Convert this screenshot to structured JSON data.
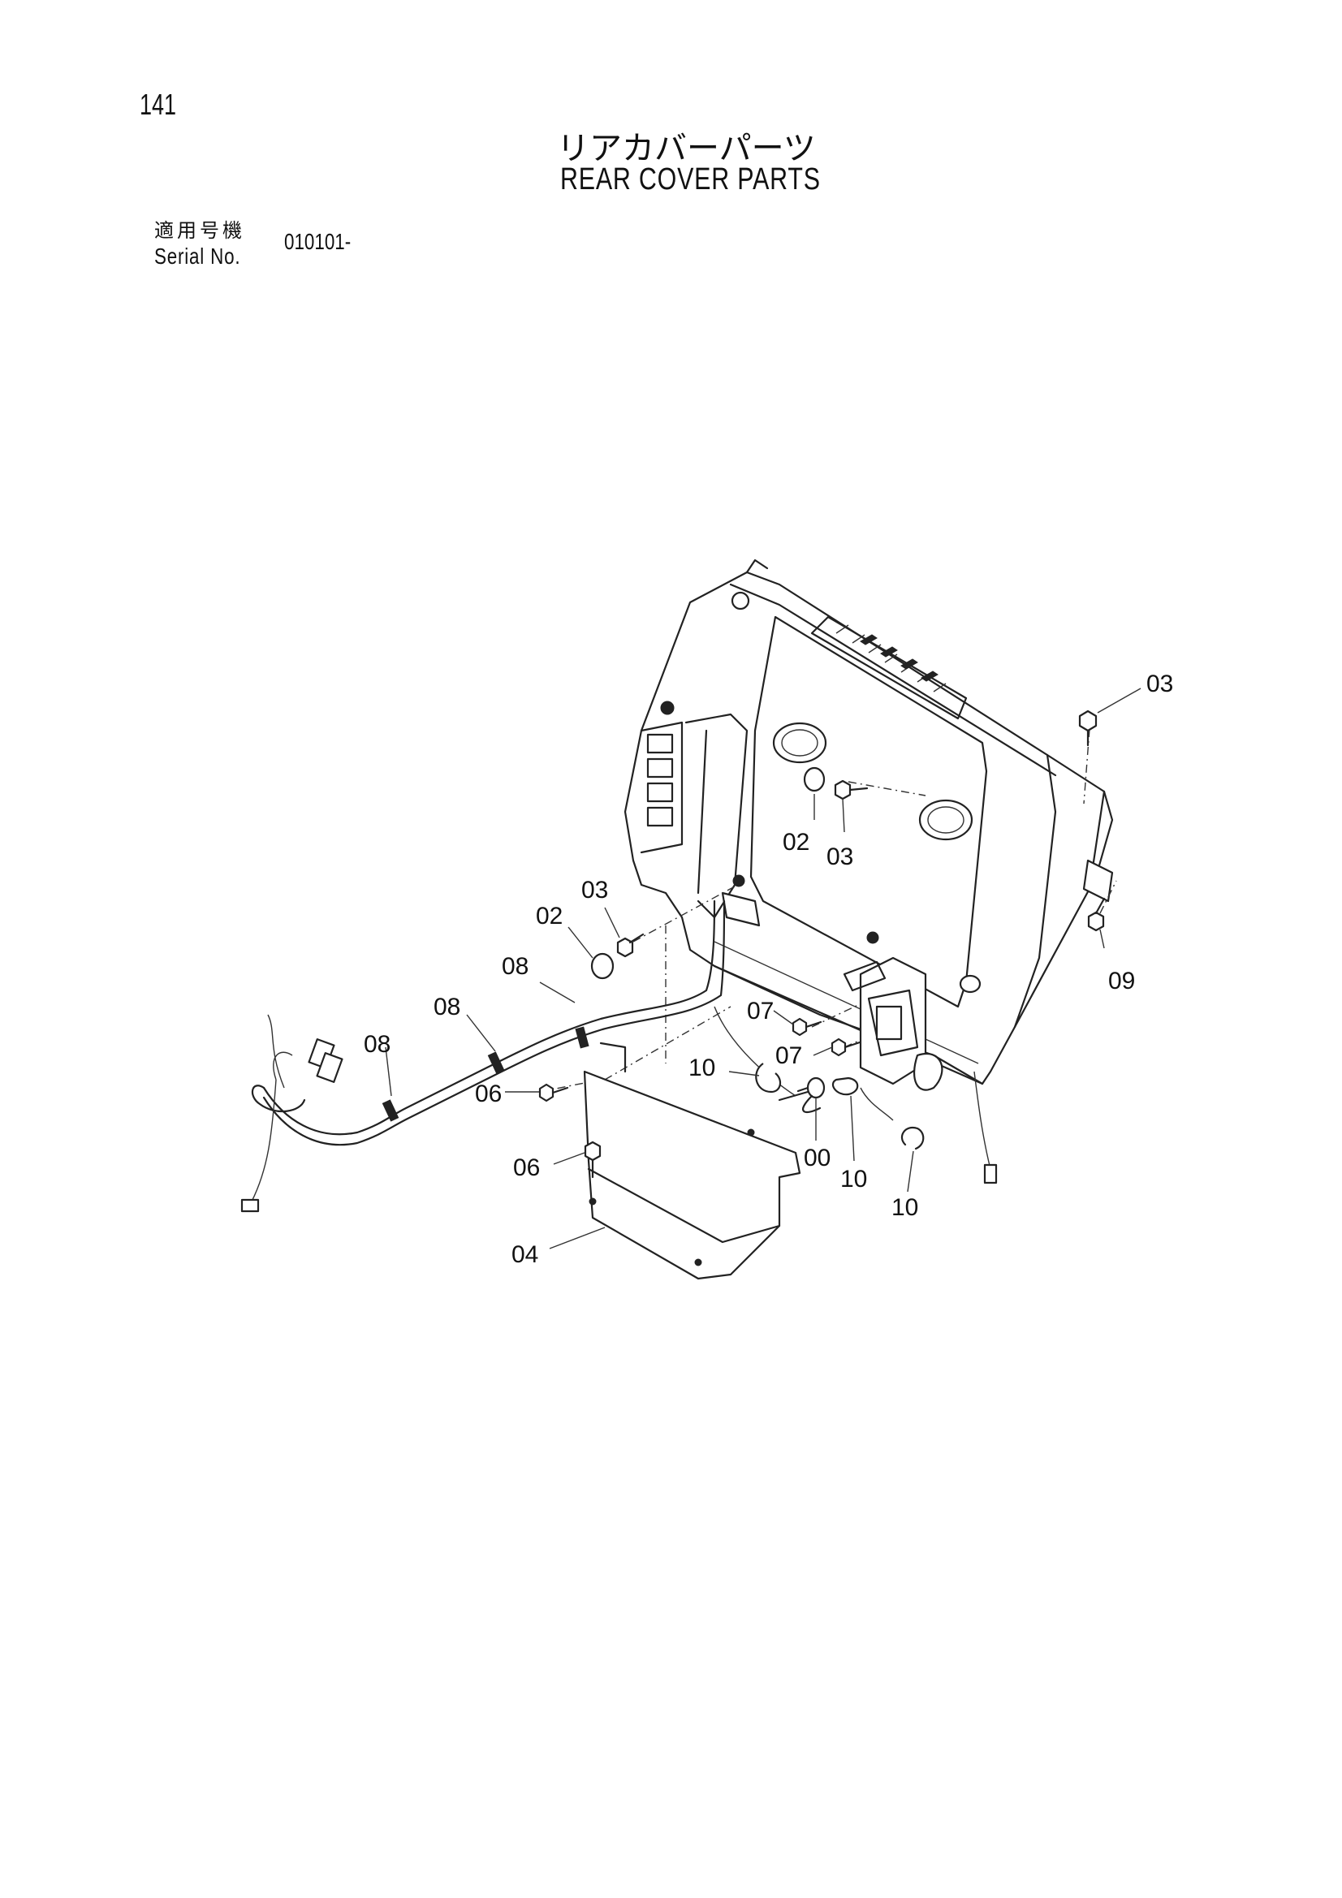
{
  "page_number": "141",
  "title_jp": "リアカバーパーツ",
  "title_en": "REAR COVER PARTS",
  "serial_label_jp": "適用号機",
  "serial_label_en": "Serial No.",
  "serial_value": "010101-",
  "callouts": [
    {
      "id": "c1",
      "text": "03"
    },
    {
      "id": "c2",
      "text": "02"
    },
    {
      "id": "c3",
      "text": "03"
    },
    {
      "id": "c4",
      "text": "03"
    },
    {
      "id": "c5",
      "text": "02"
    },
    {
      "id": "c6",
      "text": "08"
    },
    {
      "id": "c7",
      "text": "09"
    },
    {
      "id": "c8",
      "text": "08"
    },
    {
      "id": "c9",
      "text": "08"
    },
    {
      "id": "c10",
      "text": "07"
    },
    {
      "id": "c11",
      "text": "07"
    },
    {
      "id": "c12",
      "text": "10"
    },
    {
      "id": "c13",
      "text": "06"
    },
    {
      "id": "c14",
      "text": "00"
    },
    {
      "id": "c15",
      "text": "10"
    },
    {
      "id": "c16",
      "text": "06"
    },
    {
      "id": "c17",
      "text": "10"
    },
    {
      "id": "c18",
      "text": "04"
    }
  ]
}
